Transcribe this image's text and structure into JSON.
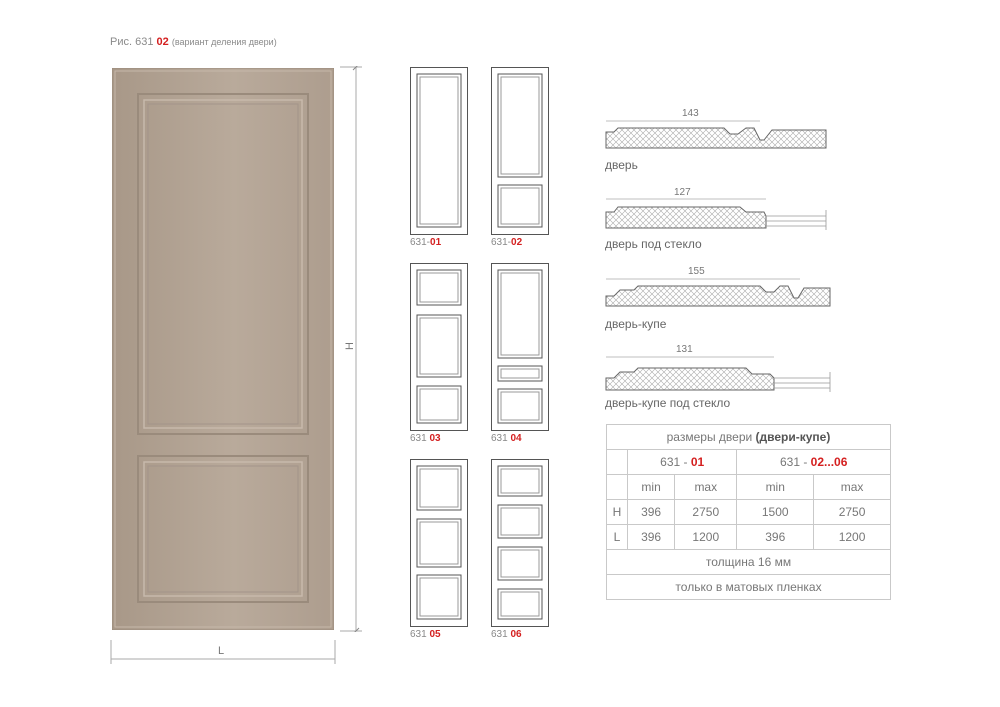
{
  "caption": {
    "prefix": "Рис. 631",
    "variant": "02",
    "note": "(вариант деления двери)"
  },
  "main_door": {
    "height_label": "H",
    "width_label": "L",
    "color": "#b5a596"
  },
  "thumbnails": [
    {
      "prefix": "631-",
      "code": "01"
    },
    {
      "prefix": "631-",
      "code": "02"
    },
    {
      "prefix": "631",
      "code": "03"
    },
    {
      "prefix": "631",
      "code": "04"
    },
    {
      "prefix": "631",
      "code": "05"
    },
    {
      "prefix": "631",
      "code": "06"
    }
  ],
  "profiles": [
    {
      "dimension": "143",
      "label": "дверь"
    },
    {
      "dimension": "127",
      "label": "дверь под стекло"
    },
    {
      "dimension": "155",
      "label": "дверь-купе"
    },
    {
      "dimension": "131",
      "label": "дверь-купе под стекло"
    }
  ],
  "sizes_table": {
    "title_prefix": "размеры двери",
    "title_bold": "(двери-купе)",
    "groups": [
      {
        "prefix": "631 - ",
        "code": "01"
      },
      {
        "prefix": "631 - ",
        "code": "02...06"
      }
    ],
    "headers": [
      "min",
      "max",
      "min",
      "max"
    ],
    "rows": [
      {
        "label": "H",
        "values": [
          "396",
          "2750",
          "1500",
          "2750"
        ]
      },
      {
        "label": "L",
        "values": [
          "396",
          "1200",
          "396",
          "1200"
        ]
      }
    ],
    "thickness": "толщина 16 мм",
    "note": "только в матовых пленках"
  },
  "colors": {
    "accent": "#d42020",
    "door": "#b5a596",
    "line": "#777777"
  }
}
